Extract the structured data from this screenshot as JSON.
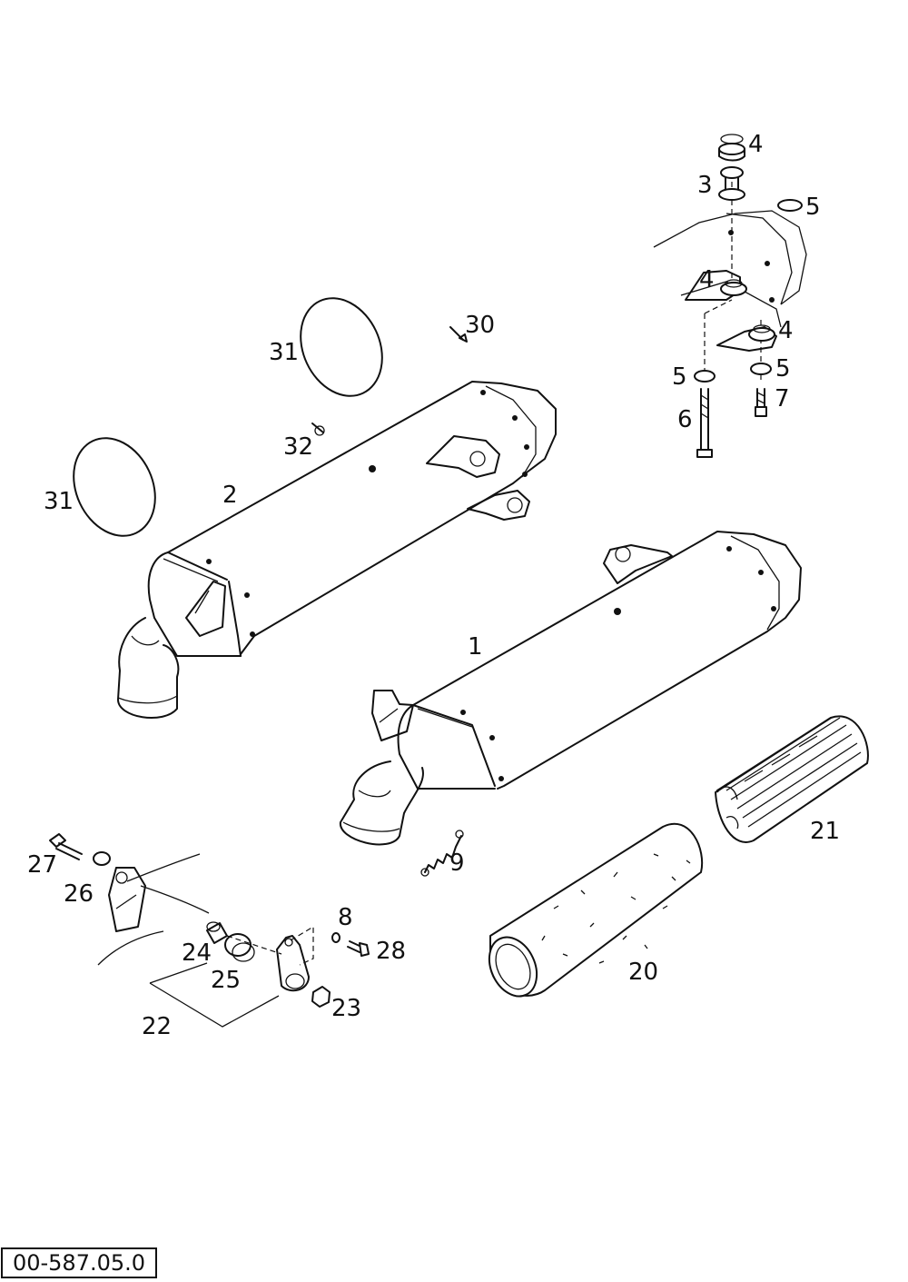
{
  "labels": {
    "l1": "1",
    "l2": "2",
    "l3": "3",
    "l4a": "4",
    "l4b": "4",
    "l4c": "4",
    "l5a": "5",
    "l5b": "5",
    "l5c": "5",
    "l6": "6",
    "l7": "7",
    "l8": "8",
    "l9": "9",
    "l20": "20",
    "l21": "21",
    "l22": "22",
    "l23": "23",
    "l24": "24",
    "l25": "25",
    "l26": "26",
    "l27": "27",
    "l28": "28",
    "l30": "30",
    "l31a": "31",
    "l31b": "31",
    "l32": "32"
  },
  "diagram_code": "00-587.05.0",
  "colors": {
    "line": "#111111",
    "background": "#ffffff"
  }
}
